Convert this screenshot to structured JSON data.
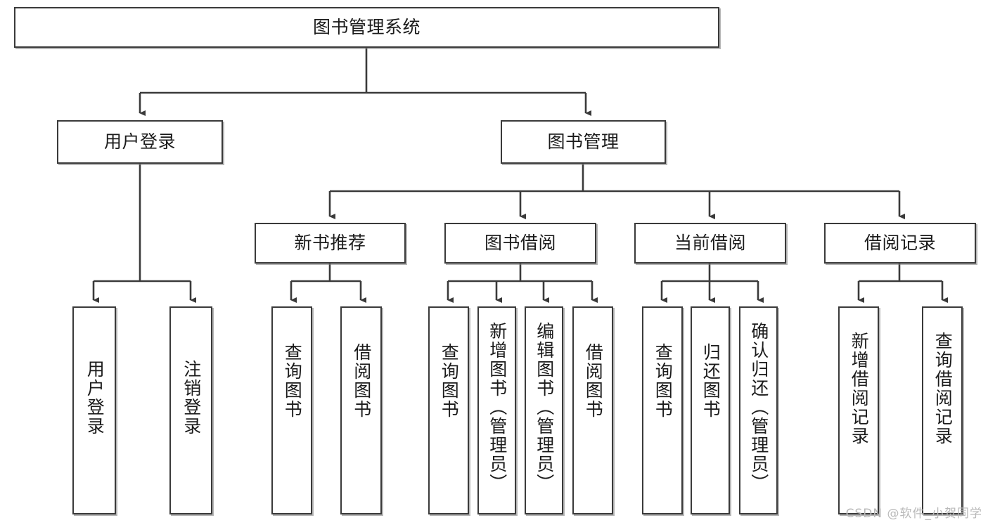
{
  "diagram": {
    "title": "图书管理系统",
    "type": "tree",
    "watermark": "CSDN @软件_小贺同学",
    "colors": {
      "stroke": "#3a3a3a",
      "fill": "#ffffff",
      "text": "#1b1b1b",
      "watermark": "#b9b9b9"
    },
    "root": {
      "label": "图书管理系统"
    },
    "level2": [
      {
        "label": "用户登录"
      },
      {
        "label": "图书管理"
      }
    ],
    "level3": [
      {
        "label": "新书推荐"
      },
      {
        "label": "图书借阅"
      },
      {
        "label": "当前借阅"
      },
      {
        "label": "借阅记录"
      }
    ],
    "leaves": {
      "user_login": [
        {
          "label": "用户登录"
        },
        {
          "label": "注销登录"
        }
      ],
      "new_book": [
        {
          "label": "查询图书"
        },
        {
          "label": "借阅图书"
        }
      ],
      "borrow": [
        {
          "label": "查询图书"
        },
        {
          "label": "新增图书（管理员）"
        },
        {
          "label": "编辑图书（管理员）"
        },
        {
          "label": "借阅图书"
        }
      ],
      "current": [
        {
          "label": "查询图书"
        },
        {
          "label": "归还图书"
        },
        {
          "label": "确认归还（管理员）"
        }
      ],
      "records": [
        {
          "label": "新增借阅记录"
        },
        {
          "label": "查询借阅记录"
        }
      ]
    }
  }
}
